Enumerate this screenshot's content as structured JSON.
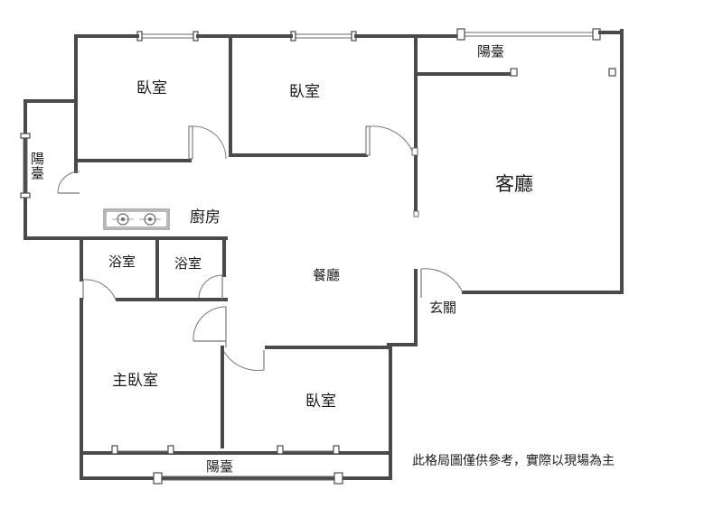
{
  "rooms": {
    "bedroom_top_left": "臥室",
    "bedroom_top_mid": "臥室",
    "living_room": "客廳",
    "kitchen": "廚房",
    "bathroom_left": "浴室",
    "bathroom_right": "浴室",
    "dining_room": "餐廳",
    "entrance": "玄關",
    "master_bedroom": "主臥室",
    "bedroom_bottom": "臥室"
  },
  "balconies": {
    "top_right": "陽臺",
    "left": "陽臺",
    "bottom": "陽臺"
  },
  "disclaimer": "此格局圖僅供參考，實際以現場為主",
  "colors": {
    "wall": "#4a4a4a",
    "background": "#ffffff",
    "text": "#1a1a1a"
  }
}
